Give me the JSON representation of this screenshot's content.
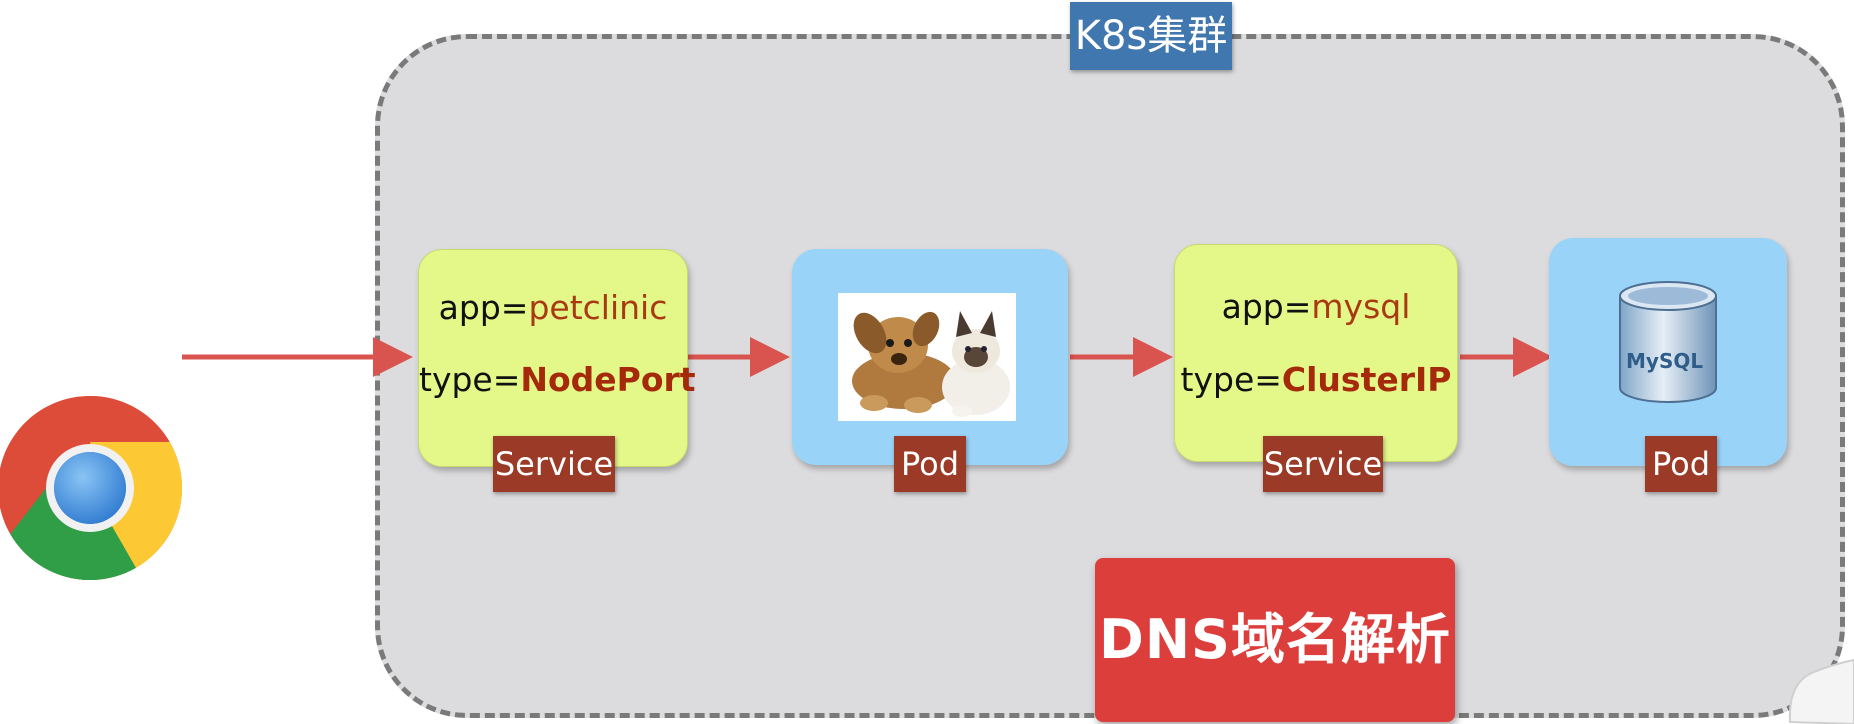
{
  "cluster": {
    "title": "K8s集群"
  },
  "nodes": [
    {
      "kind": "service",
      "line1_key": "app=",
      "line1_value": "petclinic",
      "line2_key": "type=",
      "line2_value": "NodePort",
      "tag": "Service"
    },
    {
      "kind": "pod",
      "image": "dog-and-cat-photo",
      "tag": "Pod"
    },
    {
      "kind": "service",
      "line1_key": "app=",
      "line1_value": "mysql",
      "line2_key": "type=",
      "line2_value": "ClusterIP",
      "tag": "Service"
    },
    {
      "kind": "pod",
      "image": "mysql-database-icon",
      "logo_text": "MySQL",
      "tag": "Pod"
    }
  ],
  "dns": {
    "label": "DNS域名解析"
  },
  "colors": {
    "cluster_bg": "#dcdcde",
    "cluster_title_bg": "#3f77ae",
    "service_bg": "#e4f789",
    "pod_bg": "#9ad3f8",
    "tag_bg": "#9b3a26",
    "dns_bg": "#dc3e3c",
    "arrow": "#d9534f"
  },
  "icons": [
    "chrome-browser-icon",
    "arrow-icon",
    "mysql-database-icon"
  ]
}
